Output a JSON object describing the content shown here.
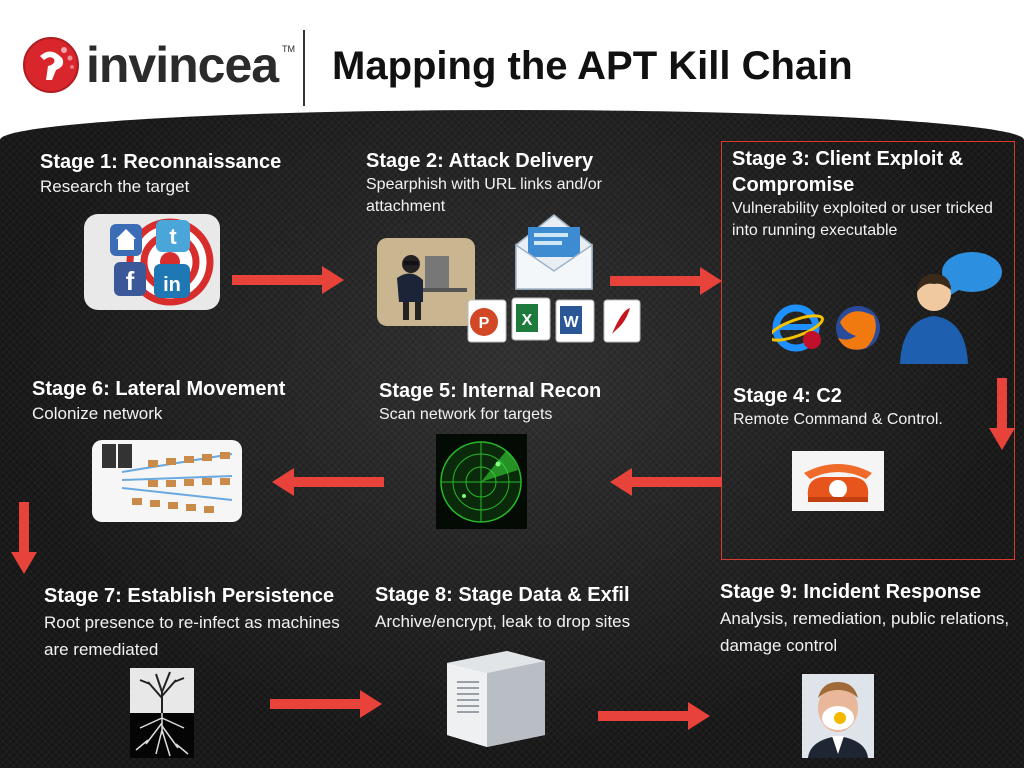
{
  "header": {
    "logo_text": "invincea",
    "logo_tm": "TM",
    "title": "Mapping the APT Kill Chain"
  },
  "stages": [
    {
      "title": "Stage 1: Reconnaissance",
      "desc": "Research the target"
    },
    {
      "title": "Stage 2:  Attack Delivery",
      "desc": "Spearphish with URL links and/or attachment"
    },
    {
      "title": "Stage 3: Client Exploit & Compromise",
      "desc": "Vulnerability exploited or user tricked into running executable"
    },
    {
      "title": "Stage 4: C2",
      "desc": "Remote Command & Control."
    },
    {
      "title": "Stage 5:  Internal Recon",
      "desc": "Scan network for targets"
    },
    {
      "title": "Stage 6: Lateral Movement",
      "desc": "Colonize network"
    },
    {
      "title": "Stage 7: Establish Persistence",
      "desc": "Root presence to re-infect as machines are remediated"
    },
    {
      "title": "Stage 8: Stage Data & Exfil",
      "desc": "Archive/encrypt, leak to drop sites"
    },
    {
      "title": "Stage 9: Incident Response",
      "desc": "Analysis, remediation, public relations, damage control"
    }
  ],
  "colors": {
    "arrow": "#e8433a",
    "box_border": "#d83a30",
    "brand_red": "#d8262c"
  },
  "icons": [
    "social-media-target-icon",
    "hacker-at-computer-icon",
    "envelope-icon",
    "office-documents-icon",
    "browser-icons",
    "user-speech-icon",
    "telephone-icon",
    "radar-icon",
    "network-diagram-icon",
    "tree-roots-icon",
    "server-icon",
    "person-egg-face-icon"
  ]
}
